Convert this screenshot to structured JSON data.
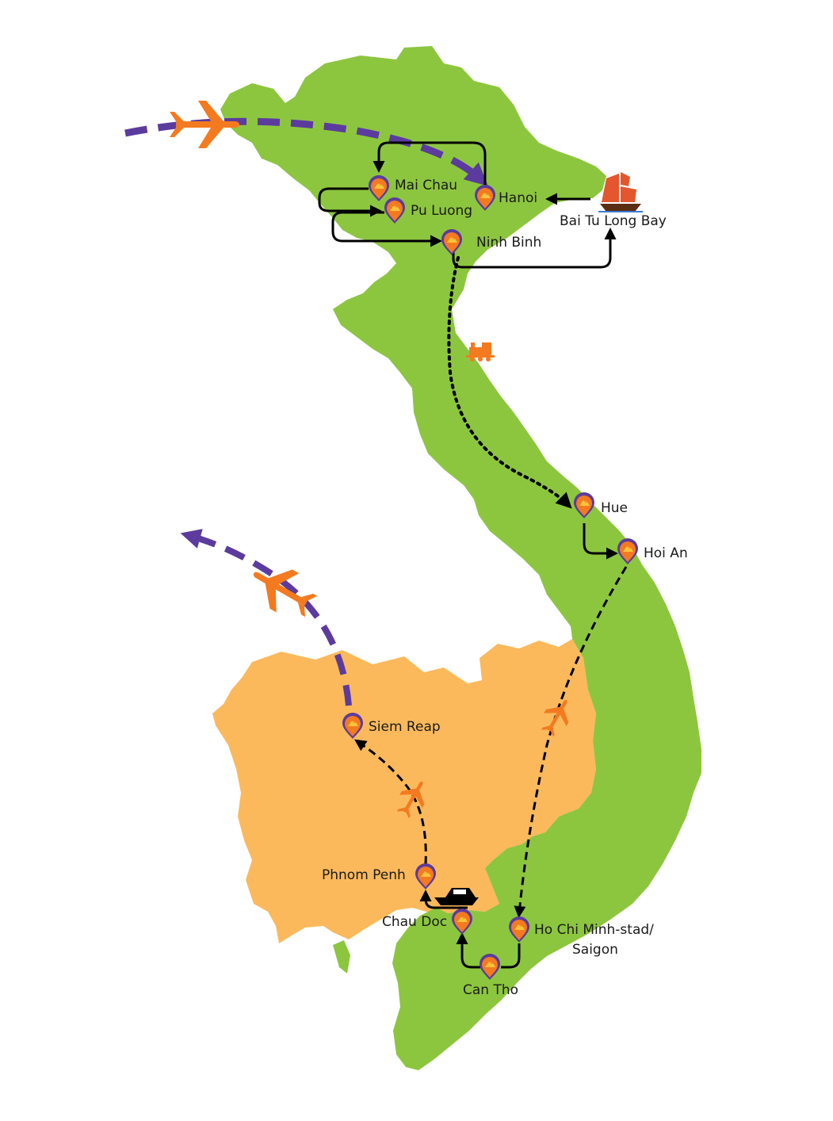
{
  "colors": {
    "vietnam": "#8cc63f",
    "cambodia": "#fbb95c",
    "flight_route": "#5c3b9e",
    "plane": "#f47a1f",
    "pin_outer": "#5c3b9e",
    "pin_inner": "#f47a1f",
    "pin_core": "#f9c43a",
    "route_line": "#000000",
    "junk_sail": "#e4572e",
    "train": "#f47a1f"
  },
  "icons": {
    "plane": "airplane-icon",
    "train": "train-icon",
    "boat": "speedboat-icon",
    "junk": "junk-boat-icon",
    "pin": "map-pin-icon"
  },
  "places": {
    "mai_chau": "Mai Chau",
    "hanoi": "Hanoi",
    "pu_luong": "Pu Luong",
    "ninh_binh": "Ninh Binh",
    "bai_tu_long_bay": "Bai Tu Long Bay",
    "hue": "Hue",
    "hoi_an": "Hoi An",
    "siem_reap": "Siem Reap",
    "phnom_penh": "Phnom Penh",
    "chau_doc": "Chau Doc",
    "ho_chi_minh_line1": "Ho Chi Minh-stad/",
    "ho_chi_minh_line2": "Saigon",
    "can_tho": "Can Tho"
  }
}
